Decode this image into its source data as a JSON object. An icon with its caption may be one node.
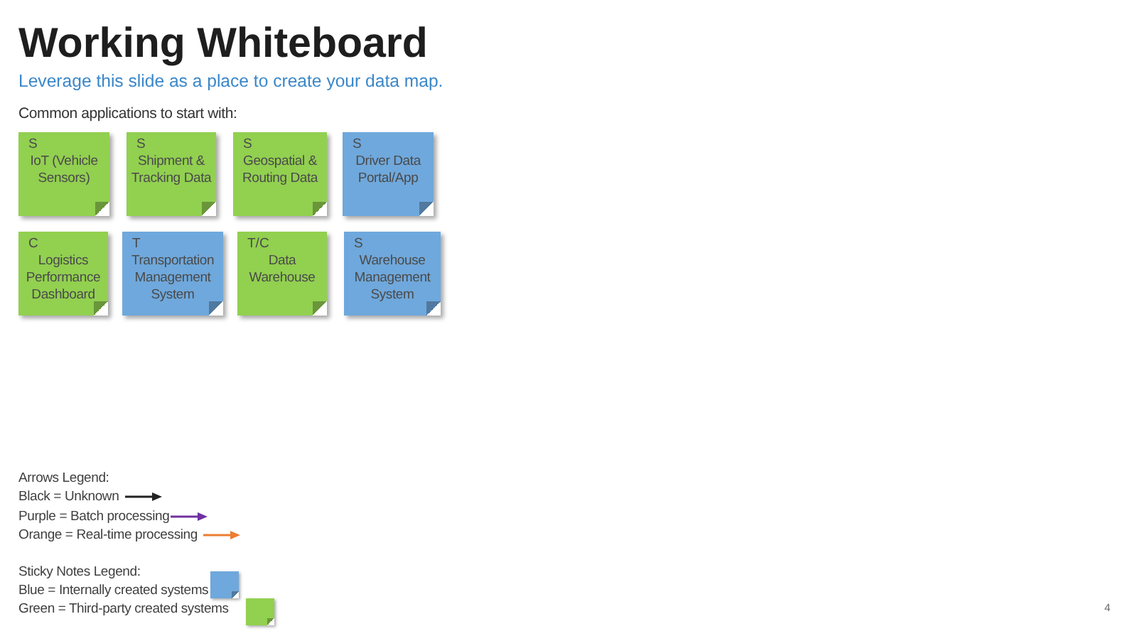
{
  "diagram": {
    "title": "Working Whiteboard",
    "nodes": [
      {
        "text": [
          "S",
          "IoT (Vehicle Sensors)"
        ]
      },
      {
        "text": [
          "S",
          "Shipment & Tracking Data"
        ]
      },
      {
        "text": [
          "S",
          "Geospatial & Routing Data"
        ]
      },
      {
        "text": [
          "S",
          "Driver Data Portal/App"
        ]
      },
      {
        "text": [
          "C",
          "Logistics Performance Dashboard"
        ]
      },
      {
        "text": [
          "T",
          "Transportation Management System"
        ]
      },
      {
        "text": [
          "T/C",
          "Data Warehouse"
        ]
      },
      {
        "text": [
          "S",
          "Warehouse Management System"
        ]
      }
    ],
    "labels": [
      "Leverage this slide as a place to create your data map.",
      "Common applications to start with:",
      "Arrows Legend:",
      "Sticky Notes Legend:",
      "4"
    ],
    "legend": [
      {
        "text": "Black = Unknown"
      },
      {
        "text": "Purple = Batch processing"
      },
      {
        "text": "Orange = Real-time processing"
      },
      {
        "text": "Blue = Internally created systems",
        "color": "#6fa8dc"
      },
      {
        "text": "Green = Third-party created systems",
        "color": "#92d050"
      }
    ]
  }
}
